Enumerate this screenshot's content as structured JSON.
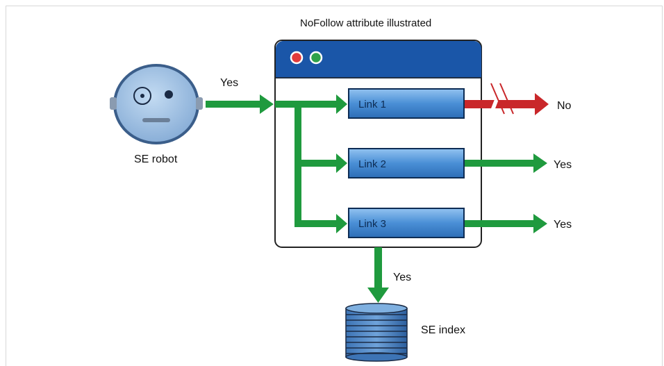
{
  "title": "NoFollow attribute illustrated",
  "robot": {
    "label": "SE robot"
  },
  "entry_label": "Yes",
  "links": [
    {
      "label": "Link 1",
      "result": "No"
    },
    {
      "label": "Link 2",
      "result": "Yes"
    },
    {
      "label": "Link 3",
      "result": "Yes"
    }
  ],
  "index": {
    "label": "SE index",
    "arrow_label": "Yes"
  },
  "colors": {
    "follow": "#1f9a3e",
    "nofollow": "#c9272a",
    "titlebar": "#1a56a8",
    "link_fill": "#4a8fd6",
    "robot_face": "#9cc0e4"
  },
  "icons": [
    "close-dot-icon",
    "maximize-dot-icon",
    "robot-icon",
    "database-icon"
  ]
}
